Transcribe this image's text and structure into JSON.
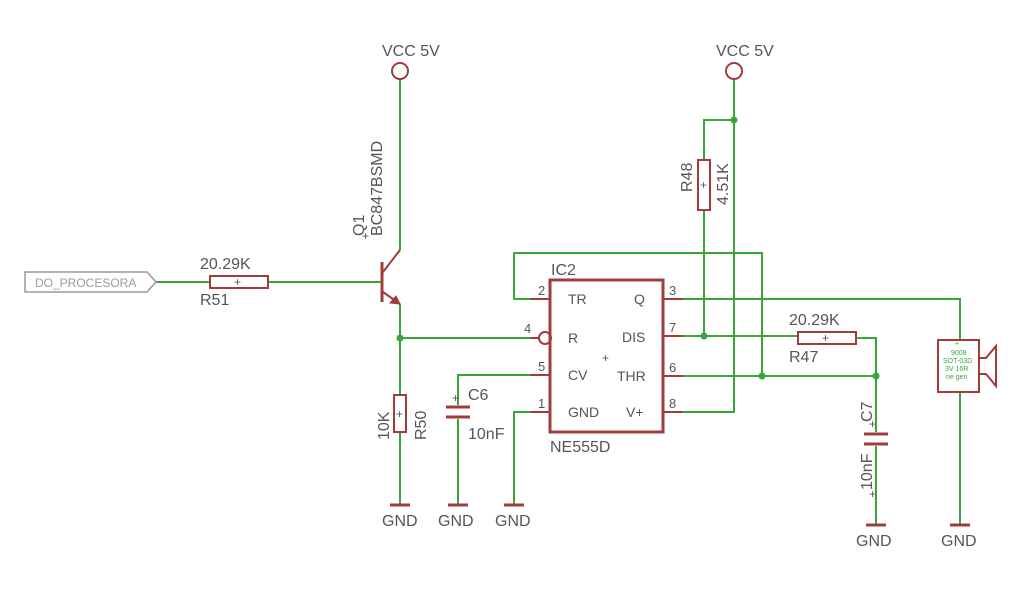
{
  "colors": {
    "wire": "#3aa63a",
    "part": "#a03c3c",
    "text": "#555555",
    "port": "#9a9a9a"
  },
  "power": {
    "vcc_left": "VCC 5V",
    "vcc_right": "VCC 5V"
  },
  "ground": [
    "GND",
    "GND",
    "GND",
    "GND",
    "GND"
  ],
  "port": {
    "label": "DO_PROCESORA"
  },
  "q1": {
    "name": "Q1",
    "value": "BC847BSMD"
  },
  "r51": {
    "name": "R51",
    "value": "20.29K"
  },
  "r50": {
    "name": "R50",
    "value": "10K"
  },
  "r48": {
    "name": "R48",
    "value": "4.51K"
  },
  "r47": {
    "name": "R47",
    "value": "20.29K"
  },
  "c6": {
    "name": "C6",
    "value": "10nF"
  },
  "c7": {
    "name": "C7",
    "value": "10nF"
  },
  "ic2": {
    "name": "IC2",
    "part": "NE555D",
    "pins_left": [
      {
        "num": "2",
        "label": "TR"
      },
      {
        "num": "4",
        "label": "R"
      },
      {
        "num": "5",
        "label": "CV"
      },
      {
        "num": "1",
        "label": "GND"
      }
    ],
    "pins_right": [
      {
        "num": "3",
        "label": "Q"
      },
      {
        "num": "7",
        "label": "DIS"
      },
      {
        "num": "6",
        "label": "THR"
      },
      {
        "num": "8",
        "label": "V+"
      }
    ]
  },
  "buzzer": {
    "lines": [
      "9008",
      "SOT-03D",
      "3V 16R",
      "ne gen"
    ]
  }
}
